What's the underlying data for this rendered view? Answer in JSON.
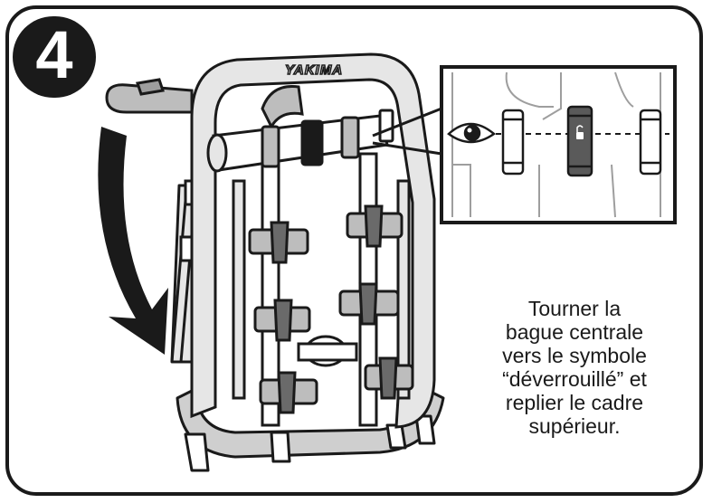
{
  "step": {
    "number": "4"
  },
  "brand": {
    "logo_text": "YAKIMA"
  },
  "instruction": {
    "lines": [
      "Tourner la",
      "bague centrale",
      "vers le symbole",
      "“déverrouillé” et",
      "replier le cadre",
      "supérieur."
    ]
  },
  "colors": {
    "ink": "#1a1a1a",
    "shade": "#bdbdbd",
    "light": "#e6e6e6"
  },
  "icons": [
    "eye-icon",
    "unlock-symbol-icon",
    "fold-arrow-icon"
  ]
}
